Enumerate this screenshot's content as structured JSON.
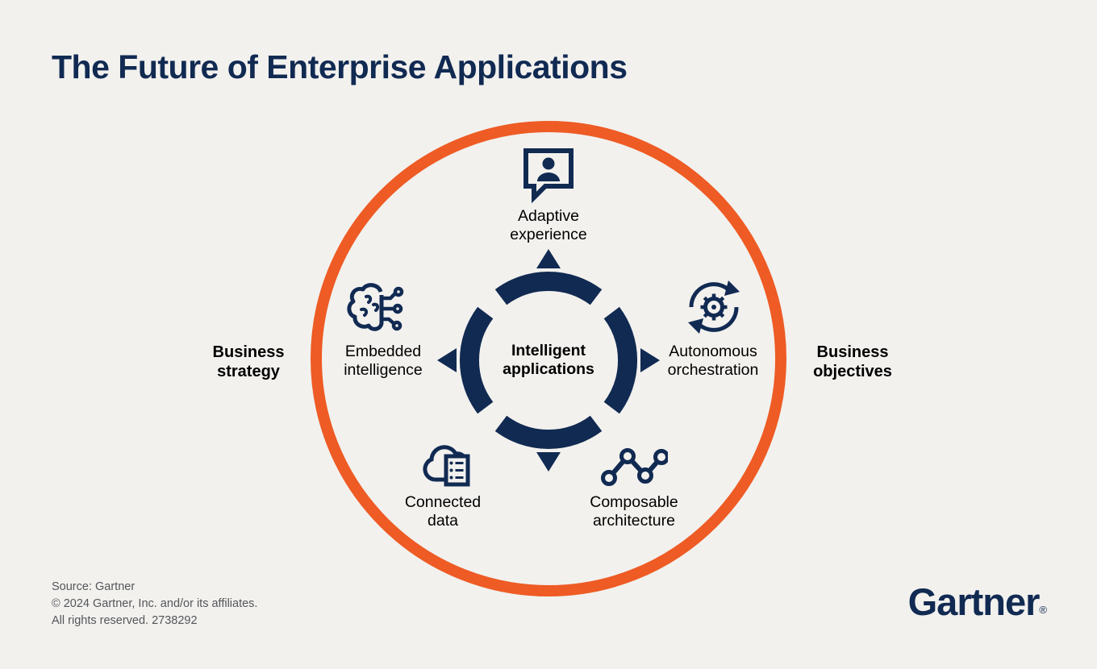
{
  "title": "The Future of Enterprise Applications",
  "colors": {
    "navy": "#112a52",
    "orange": "#ee5b24",
    "background": "#f2f1ee",
    "text_black": "#000000",
    "text_gray": "#55565b"
  },
  "diagram": {
    "center_label": "Intelligent applications",
    "side_labels": {
      "left": "Business strategy",
      "right": "Business objectives"
    },
    "nodes": [
      {
        "id": "adaptive-experience",
        "label": "Adaptive experience",
        "icon": "chat-person-icon"
      },
      {
        "id": "embedded-intelligence",
        "label": "Embedded intelligence",
        "icon": "brain-circuit-icon"
      },
      {
        "id": "autonomous-orchestration",
        "label": "Autonomous orchestration",
        "icon": "gear-sync-icon"
      },
      {
        "id": "connected-data",
        "label": "Connected data",
        "icon": "cloud-server-icon"
      },
      {
        "id": "composable-architecture",
        "label": "Composable architecture",
        "icon": "network-nodes-icon"
      }
    ]
  },
  "footer": {
    "source_lines": [
      "Source: Gartner",
      "© 2024 Gartner, Inc. and/or its affiliates.",
      "All rights reserved. 2738292"
    ],
    "logo_text": "Gartner",
    "registered_mark": "®"
  }
}
